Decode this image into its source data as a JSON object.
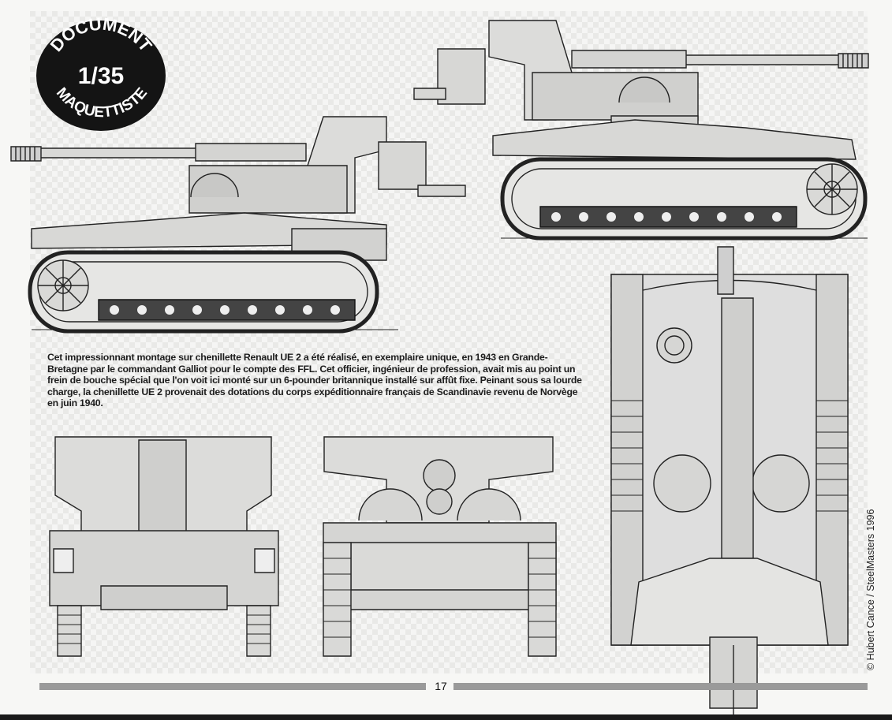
{
  "badge": {
    "line1": "DOCUMENT",
    "line2": "1/35",
    "line3": "MAQUETTISTE"
  },
  "caption": "Cet impressionnant montage sur chenillette Renault UE 2 a été réalisé, en exemplaire unique, en 1943 en Grande-Bretagne par le commandant Galliot pour le compte des FFL. Cet officier, ingénieur de profession, avait mis au point un frein de bouche spécial que l'on voit ici monté sur un 6-pounder britannique installé sur affût fixe. Peinant sous sa lourde charge, la chenillette UE 2 provenait des dotations du corps expéditionnaire français de Scandinavie revenu de Norvège en juin 1940.",
  "credit": "© Hubert Cance / SteelMasters 1996",
  "page_number": "17",
  "colors": {
    "ink": "#1c1c1c",
    "badge_black": "#141414",
    "screen": "#e9e9e7",
    "rule": "#9a9a9a"
  }
}
